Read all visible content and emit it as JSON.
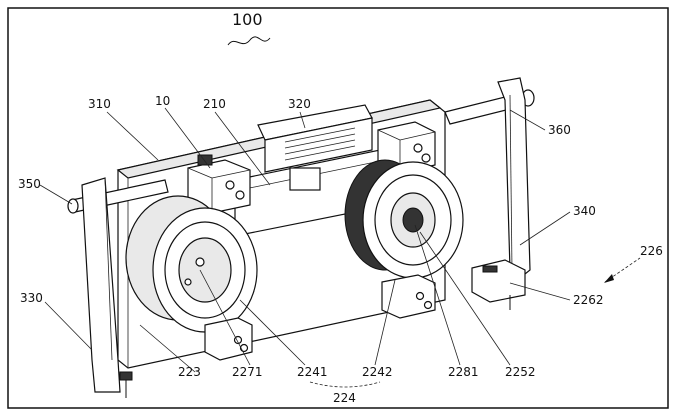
{
  "figure": {
    "title_number": "100",
    "labels": {
      "l310": "310",
      "l10": "10",
      "l210": "210",
      "l320": "320",
      "l360": "360",
      "l350": "350",
      "l340": "340",
      "l226": "226",
      "l330": "330",
      "l2262": "2262",
      "l223": "223",
      "l2271": "2271",
      "l2241": "2241",
      "l2242": "2242",
      "l2281": "2281",
      "l2252": "2252",
      "l224": "224"
    }
  }
}
